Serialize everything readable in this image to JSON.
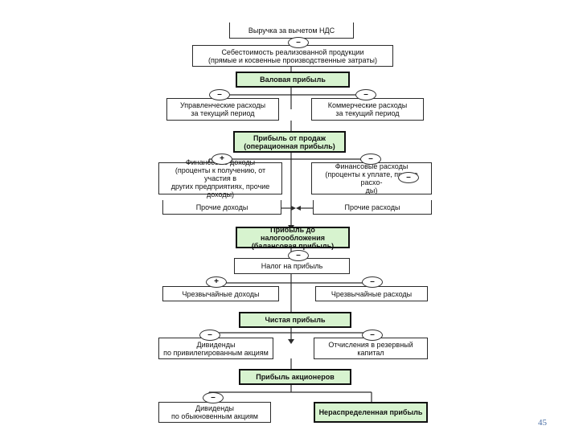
{
  "nodes": {
    "revenue": "Выручка за вычетом НДС",
    "cogs": "Себестоимость реализованной продукции\n(прямые и косвенные производственные затраты)",
    "gross_profit": "Валовая прибыль",
    "admin_expenses": "Управленческие расходы\nза текущий период",
    "selling_expenses": "Коммерческие расходы\nза текущий период",
    "operating_profit": "Прибыль от продаж\n(операционная прибыль)",
    "financial_income": "Финансовые доходы\n(проценты к получению, от участия в\nдругих предприятиях, прочие доходы)",
    "financial_expenses": "Финансовые расходы\n(проценты к уплате, прочие расхо-\nды)",
    "other_income": "Прочие доходы",
    "other_expenses": "Прочие расходы",
    "pretax_profit": "Прибыль до налогообложения\n(балансовая прибыль)",
    "income_tax": "Налог на прибыль",
    "extraordinary_income": "Чрезвычайные доходы",
    "extraordinary_expenses": "Чрезвычайные расходы",
    "net_profit": "Чистая прибыль",
    "preferred_dividends": "Дивиденды\nпо привилегированным акциям",
    "reserve_allocations": "Отчисления в резервный капитал",
    "shareholders_profit": "Прибыль акционеров",
    "common_dividends": "Дивиденды\nпо обыкновенным акциям",
    "retained_earnings": "Нераспределенная прибыль"
  },
  "signs": {
    "minus": "–",
    "plus": "+"
  },
  "page_number": "45"
}
